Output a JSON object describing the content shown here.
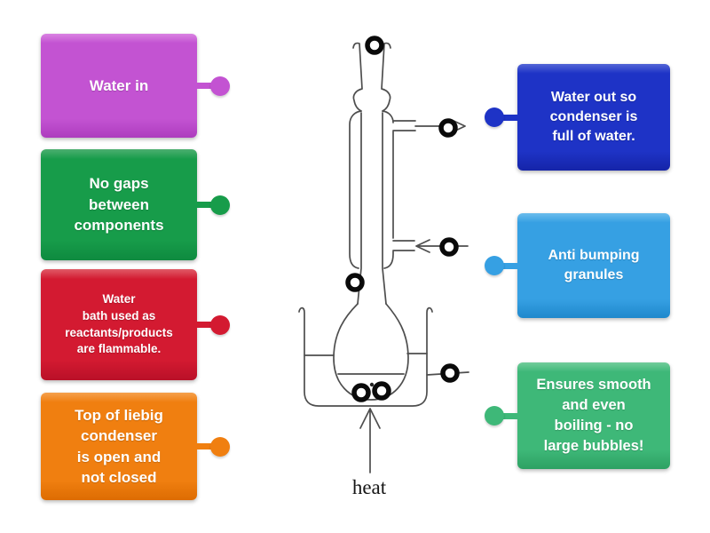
{
  "page": {
    "background_color": "#ffffff"
  },
  "left_labels": [
    {
      "id": "water-in",
      "text": "Water in",
      "color_base": "#c353d2",
      "color_light": "#d983e2",
      "color_dark": "#ad3cbe"
    },
    {
      "id": "no-gaps",
      "text": "No gaps\nbetween\ncomponents",
      "color_base": "#179c4a",
      "color_light": "#4caf70",
      "color_dark": "#0e8a3f"
    },
    {
      "id": "water-bath",
      "text": "Water\nbath used as\nreactants/products\nare flammable.",
      "color_base": "#d31a31",
      "color_light": "#e05b67",
      "color_dark": "#b91028"
    },
    {
      "id": "liebig-top-open",
      "text": "Top of liebig\ncondenser\nis open and\nnot closed",
      "color_base": "#f07f10",
      "color_light": "#f5a04d",
      "color_dark": "#dd6c02"
    }
  ],
  "right_labels": [
    {
      "id": "water-out",
      "text": "Water out so\ncondenser is\nfull of water.",
      "color_base": "#1e33c6",
      "color_light": "#5466d6",
      "color_dark": "#1524a8"
    },
    {
      "id": "anti-bumping-granules",
      "text": "Anti bumping\ngranules",
      "color_base": "#36a0e3",
      "color_light": "#6cbcec",
      "color_dark": "#1f88cc"
    },
    {
      "id": "smooth-boiling",
      "text": "Ensures smooth\nand even\nboiling - no\nlarge bubbles!",
      "color_base": "#3eb878",
      "color_light": "#72cc9b",
      "color_dark": "#2da163"
    }
  ],
  "diagram": {
    "heat_label": "heat",
    "glass_color": "#4e4e4e",
    "marker_ring_color": "#0a0a0a"
  }
}
